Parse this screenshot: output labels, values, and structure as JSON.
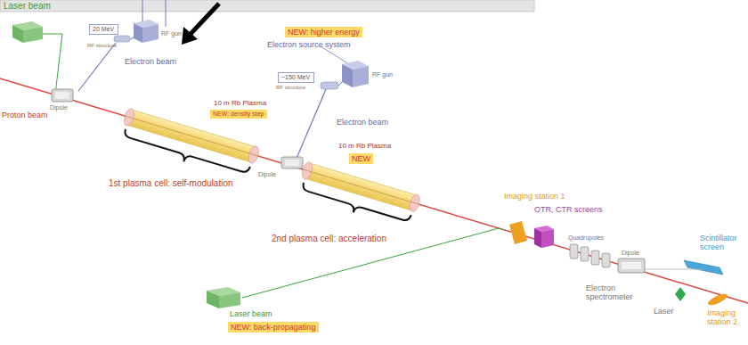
{
  "diagram": {
    "nodes": [
      {
        "text": [
          "20 MeV"
        ]
      },
      {
        "text": [
          "NEW: density step"
        ]
      },
      {
        "text": [
          "NEW: higher energy"
        ]
      },
      {
        "text": [
          "~150 MeV"
        ]
      },
      {
        "text": [
          "NEW"
        ]
      },
      {
        "text": [
          "NEW: back-propagating"
        ]
      }
    ],
    "labels": [
      "Laser beam",
      "RF structure",
      "RF gun",
      "Electron beam",
      "Dipole",
      "Proton beam",
      "10 m Rb Plasma",
      "1st plasma cell: self-modulation",
      "Electron source system",
      "RF structure",
      "RF gun",
      "Electron beam",
      "Dipole",
      "10 m Rb Plasma",
      "2nd plasma cell: acceleration",
      "Laser beam",
      "Imaging station 1",
      "OTR, CTR screens",
      "Quadrupoles",
      "Dipole",
      "Electron spectrometer",
      "Scintillator screen",
      "Laser",
      "Imaging station 2"
    ]
  }
}
